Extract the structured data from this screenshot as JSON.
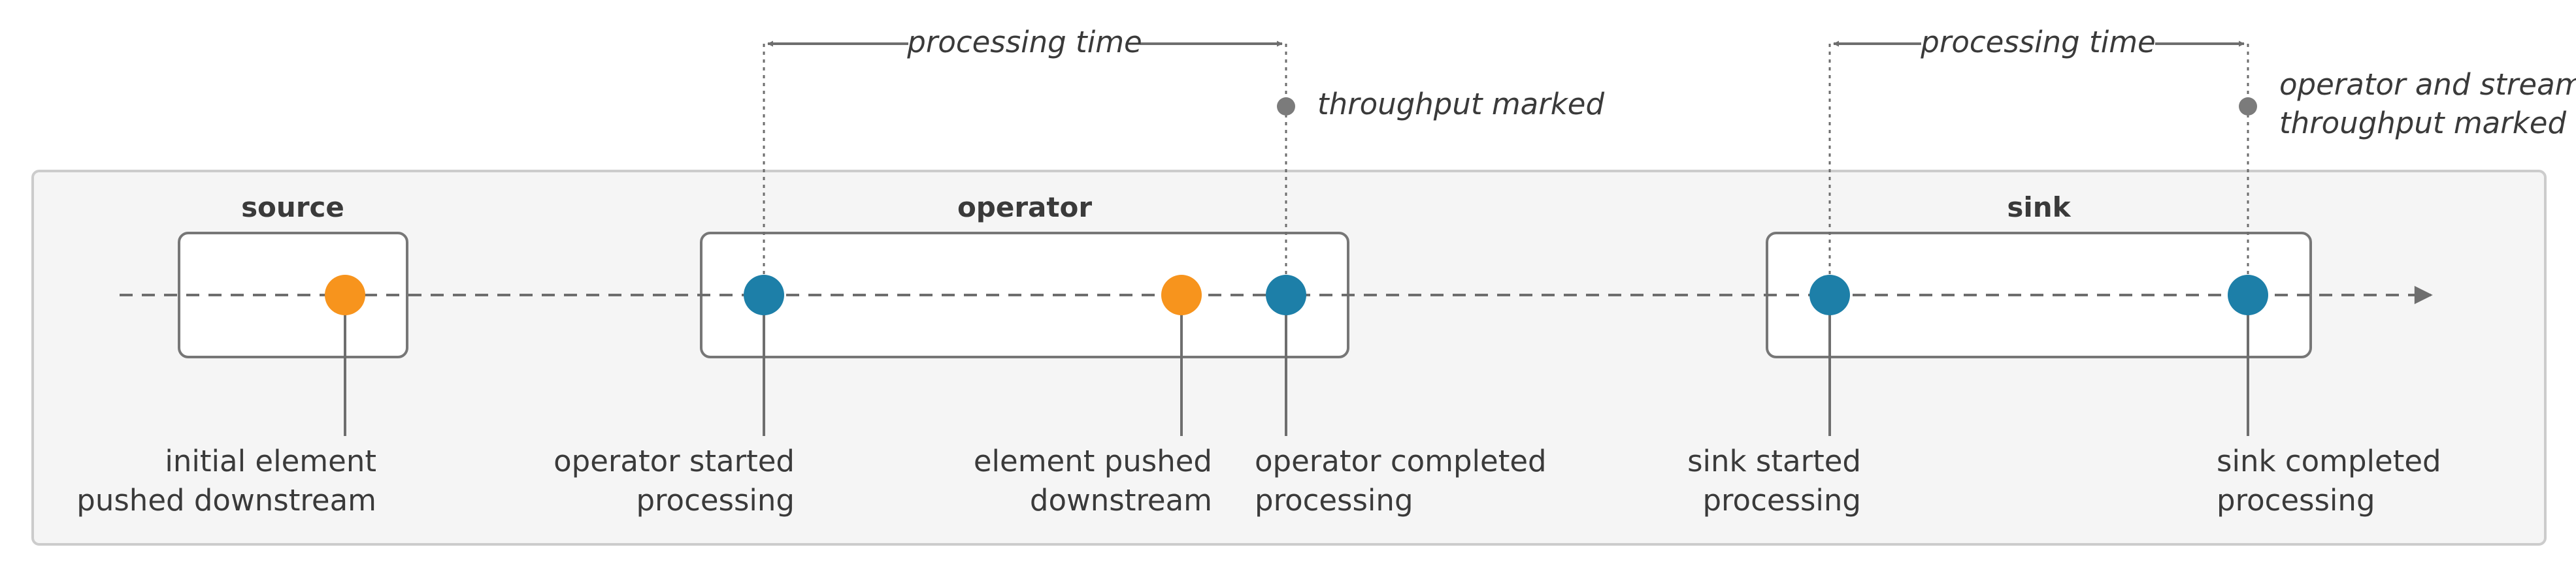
{
  "colors": {
    "panel_fill": "#f5f5f5",
    "panel_stroke": "#cccccc",
    "box_stroke": "#777777",
    "line": "#6e6e6e",
    "orange_dot": "#f7941d",
    "blue_dot": "#1d7fa8",
    "grey_dot": "#7b7b7b",
    "text": "#3a3a3a"
  },
  "stages": {
    "source": "source",
    "operator": "operator",
    "sink": "sink"
  },
  "events": {
    "initial_pushed": [
      "initial element",
      "pushed downstream"
    ],
    "operator_started": [
      "operator started",
      "processing"
    ],
    "element_pushed": [
      "element pushed",
      "downstream"
    ],
    "operator_completed": [
      "operator completed",
      "processing"
    ],
    "sink_started": [
      "sink started",
      "processing"
    ],
    "sink_completed": [
      "sink completed",
      "processing"
    ]
  },
  "annotations": {
    "operator_processing_time": "processing time",
    "sink_processing_time": "processing time",
    "operator_throughput": "throughput marked",
    "sink_throughput": [
      "operator and stream",
      "throughput marked"
    ]
  },
  "icons": {
    "timeline_arrow": "arrow-right",
    "span_arrows": "double-headed-arrow"
  }
}
